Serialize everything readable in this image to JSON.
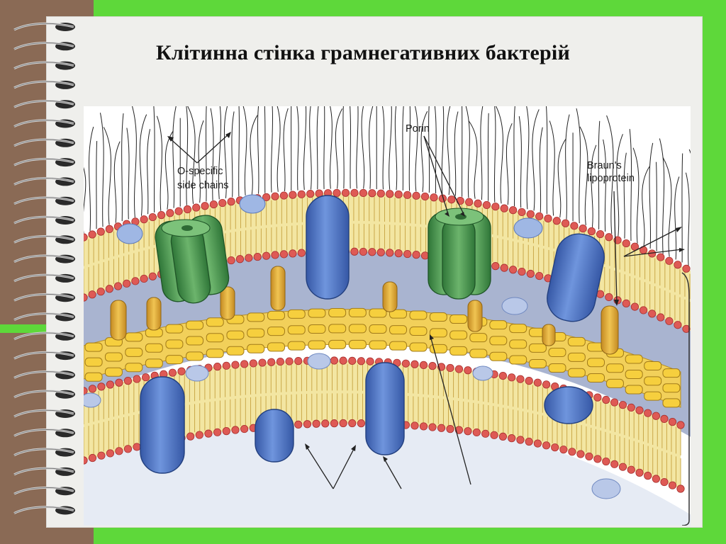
{
  "slide": {
    "title": "Клітинна стінка грамнегативних бактерій"
  },
  "diagram": {
    "labels": {
      "o_specific_line1": "O-specific",
      "o_specific_line2": "side chains",
      "porin": "Porin",
      "brauns_line1": "Braun's",
      "brauns_line2": "lipoprotein"
    }
  },
  "colors": {
    "background_green": "#5ed83a",
    "brown_strip": "#8a6a55",
    "phospholipid_head": "#de5a55",
    "lipid_tail": "#f3e6a2",
    "peptidoglycan": "#f2c93c",
    "periplasm": "#a9b4d0",
    "protein_blue": "#4f76c8",
    "porin_green": "#4f9a52",
    "lipoprotein_gold": "#dca437"
  }
}
